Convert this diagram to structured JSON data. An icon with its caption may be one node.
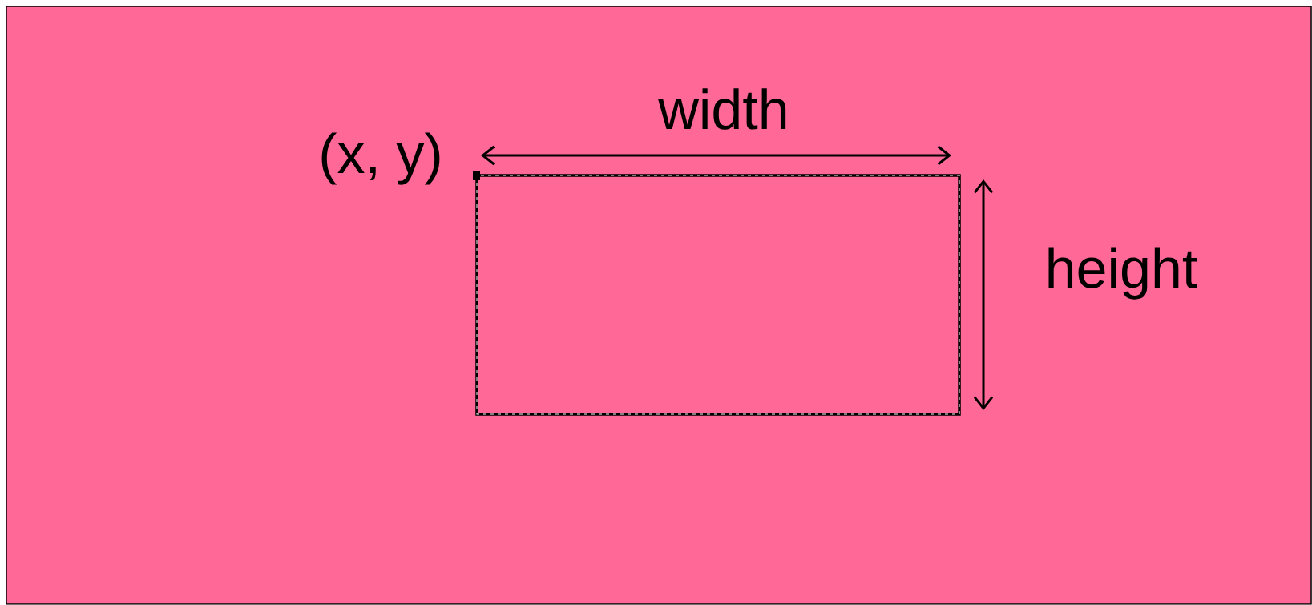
{
  "diagram": {
    "labels": [
      "(x, y)",
      "width",
      "height"
    ]
  }
}
